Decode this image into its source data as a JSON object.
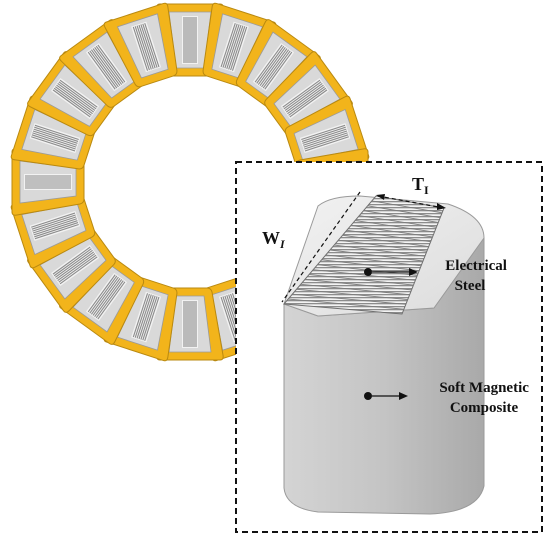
{
  "labels": {
    "width": "W",
    "width_sub": "I",
    "thickness": "T",
    "thickness_sub": "I",
    "steel_line1": "Electrical",
    "steel_line2": "Steel",
    "smc_line1": "Soft Magnetic",
    "smc_line2": "Composite"
  },
  "ring": {
    "coil_count": 20
  },
  "colors": {
    "coil": "#f2b41b",
    "coil_edge": "#b98910",
    "core": "#d9d9d9",
    "lamination": "#8c8c8c",
    "body": "#bdbdbd",
    "frame": "#111111"
  }
}
